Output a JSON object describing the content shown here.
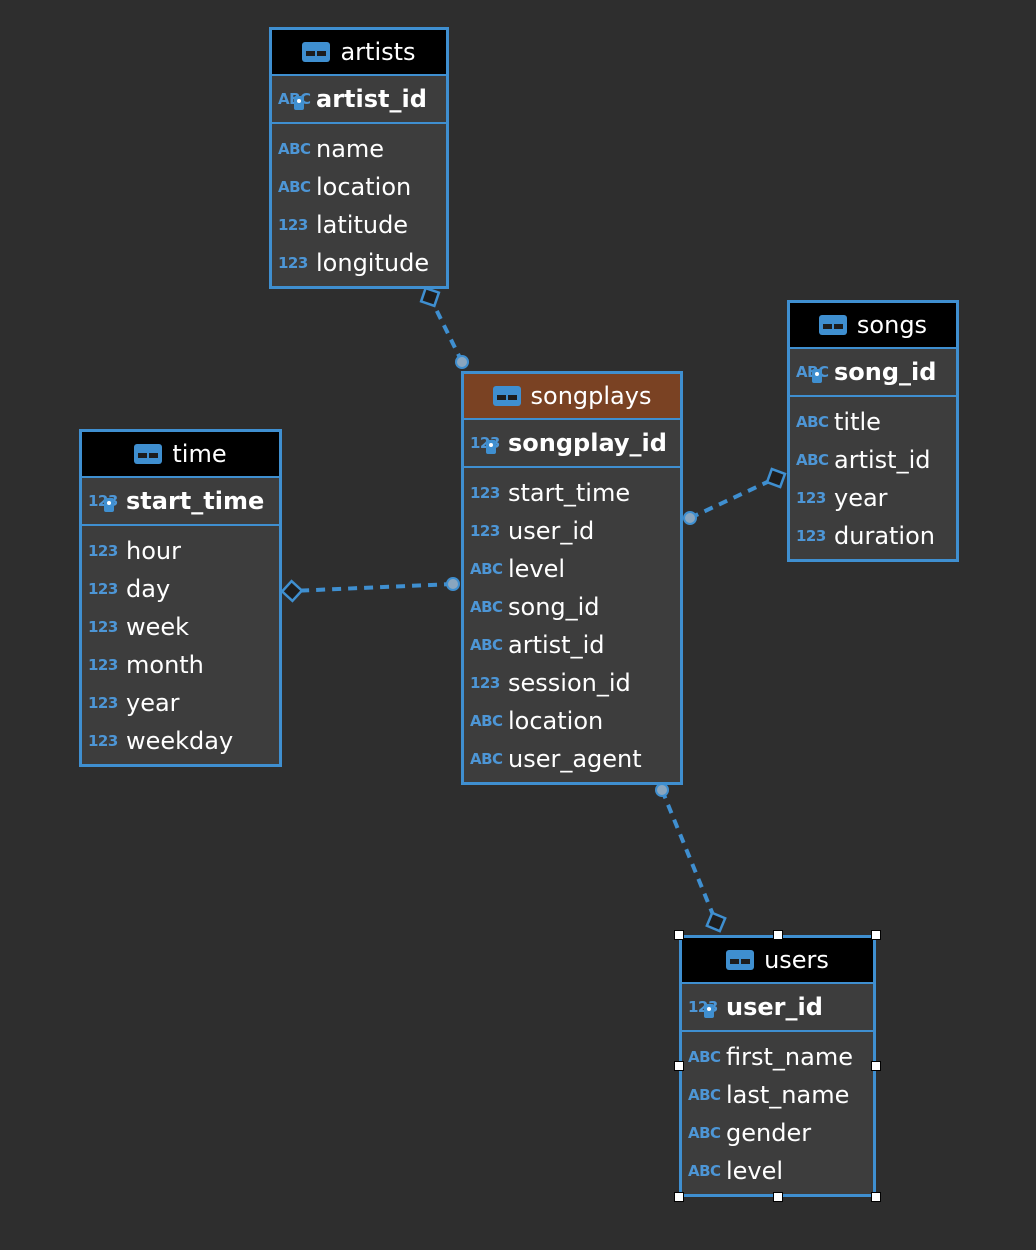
{
  "colors": {
    "accent": "#3f8fd0",
    "fact_header": "#7a4223",
    "dim_header": "#000000",
    "background": "#2e2e2e"
  },
  "tables": [
    {
      "id": "artists",
      "name": "artists",
      "fact": false,
      "pk": {
        "type": "ABC",
        "name": "artist_id"
      },
      "columns": [
        {
          "type": "ABC",
          "name": "name"
        },
        {
          "type": "ABC",
          "name": "location"
        },
        {
          "type": "123",
          "name": "latitude"
        },
        {
          "type": "123",
          "name": "longitude"
        }
      ]
    },
    {
      "id": "songs",
      "name": "songs",
      "fact": false,
      "pk": {
        "type": "ABC",
        "name": "song_id"
      },
      "columns": [
        {
          "type": "ABC",
          "name": "title"
        },
        {
          "type": "ABC",
          "name": "artist_id"
        },
        {
          "type": "123",
          "name": "year"
        },
        {
          "type": "123",
          "name": "duration"
        }
      ]
    },
    {
      "id": "songplays",
      "name": "songplays",
      "fact": true,
      "pk": {
        "type": "123",
        "name": "songplay_id"
      },
      "columns": [
        {
          "type": "123",
          "name": "start_time"
        },
        {
          "type": "123",
          "name": "user_id"
        },
        {
          "type": "ABC",
          "name": "level"
        },
        {
          "type": "ABC",
          "name": "song_id"
        },
        {
          "type": "ABC",
          "name": "artist_id"
        },
        {
          "type": "123",
          "name": "session_id"
        },
        {
          "type": "ABC",
          "name": "location"
        },
        {
          "type": "ABC",
          "name": "user_agent"
        }
      ]
    },
    {
      "id": "time",
      "name": "time",
      "fact": false,
      "pk": {
        "type": "123",
        "name": "start_time"
      },
      "columns": [
        {
          "type": "123",
          "name": "hour"
        },
        {
          "type": "123",
          "name": "day"
        },
        {
          "type": "123",
          "name": "week"
        },
        {
          "type": "123",
          "name": "month"
        },
        {
          "type": "123",
          "name": "year"
        },
        {
          "type": "123",
          "name": "weekday"
        }
      ]
    },
    {
      "id": "users",
      "name": "users",
      "fact": false,
      "selected": true,
      "pk": {
        "type": "123",
        "name": "user_id"
      },
      "columns": [
        {
          "type": "ABC",
          "name": "first_name"
        },
        {
          "type": "ABC",
          "name": "last_name"
        },
        {
          "type": "ABC",
          "name": "gender"
        },
        {
          "type": "ABC",
          "name": "level"
        }
      ]
    }
  ],
  "relationships": [
    {
      "from": "songplays",
      "to": "artists"
    },
    {
      "from": "songplays",
      "to": "songs"
    },
    {
      "from": "songplays",
      "to": "time"
    },
    {
      "from": "songplays",
      "to": "users"
    }
  ]
}
